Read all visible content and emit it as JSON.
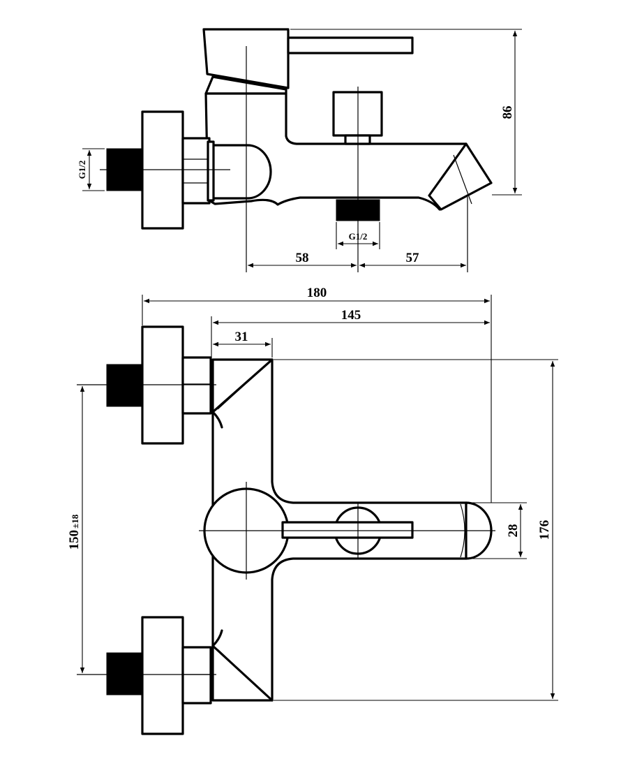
{
  "side_view": {
    "dim_height": "86",
    "dim_left": "58",
    "dim_right": "57",
    "thread_inlet": "G1/2",
    "thread_outlet": "G1/2"
  },
  "front_view": {
    "dim_total_width": "180",
    "dim_body_width": "145",
    "dim_offset": "31",
    "dim_height": "176",
    "dim_spout": "28",
    "dim_centers": "150",
    "dim_centers_tol": "±18"
  }
}
